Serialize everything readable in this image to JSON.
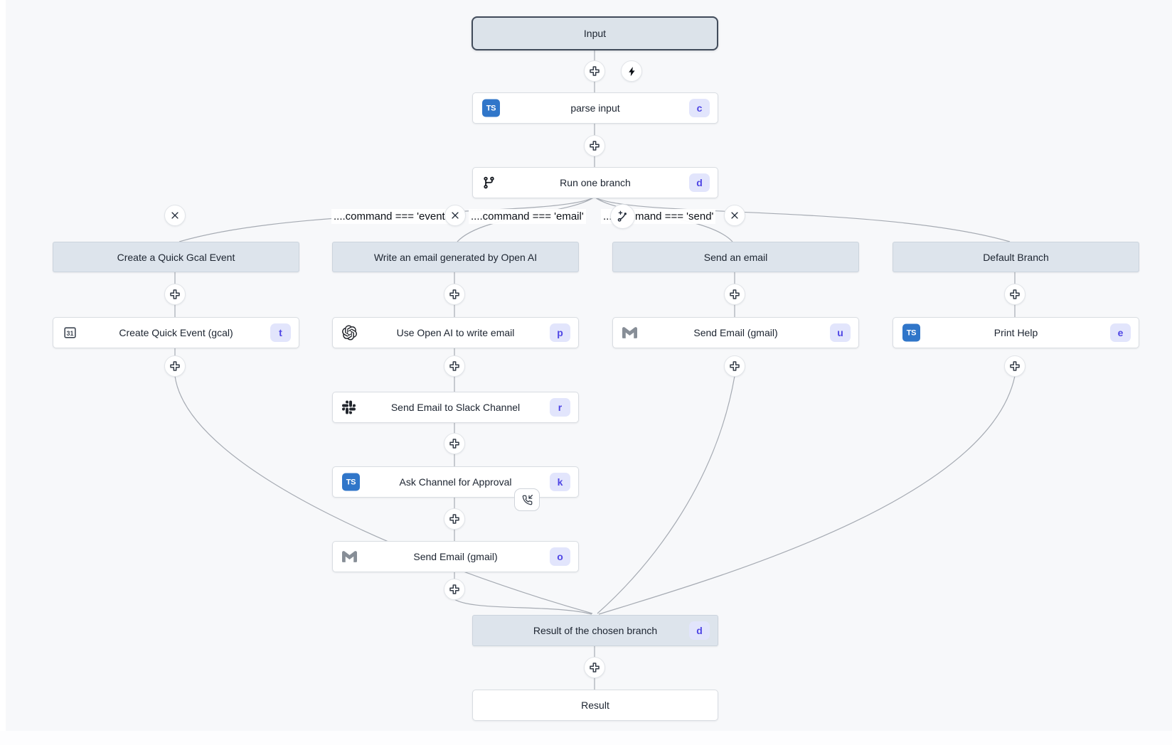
{
  "colors": {
    "canvas_bg": "#f7f8fa",
    "edge": "#a6abb3",
    "node_bg": "#ffffff",
    "node_border": "#d9dde2",
    "virtual_bg": "#dde4ec",
    "input_border": "#414b5a",
    "badge_bg": "#e2e5fc",
    "badge_text": "#4f46e5",
    "typescript_blue": "#3076c9"
  },
  "icons": {
    "typescript_label": "TS",
    "calendar_day": "31"
  },
  "flow": {
    "input": {
      "label": "Input"
    },
    "parse_input": {
      "label": "parse input",
      "badge": "c"
    },
    "run_one_branch": {
      "label": "Run one branch",
      "badge": "d"
    },
    "result_of_branch": {
      "label": "Result of the chosen branch",
      "badge": "d"
    },
    "result": {
      "label": "Result"
    }
  },
  "conditions": {
    "event": "....command === 'event'",
    "email": "....command === 'email'",
    "send": "....command === 'send'",
    "send_overflow_dot": "."
  },
  "branches": [
    {
      "header": "Create a Quick Gcal Event",
      "steps": [
        {
          "label": "Create Quick Event (gcal)",
          "badge": "t"
        }
      ]
    },
    {
      "header": "Write an email generated by Open AI",
      "steps": [
        {
          "label": "Use Open AI to write email",
          "badge": "p"
        },
        {
          "label": "Send Email to Slack Channel",
          "badge": "r"
        },
        {
          "label": "Ask Channel for Approval",
          "badge": "k"
        },
        {
          "label": "Send Email (gmail)",
          "badge": "o"
        }
      ]
    },
    {
      "header": "Send an email",
      "steps": [
        {
          "label": "Send Email (gmail)",
          "badge": "u"
        }
      ]
    },
    {
      "header": "Default Branch",
      "steps": [
        {
          "label": "Print Help",
          "badge": "e"
        }
      ]
    }
  ]
}
